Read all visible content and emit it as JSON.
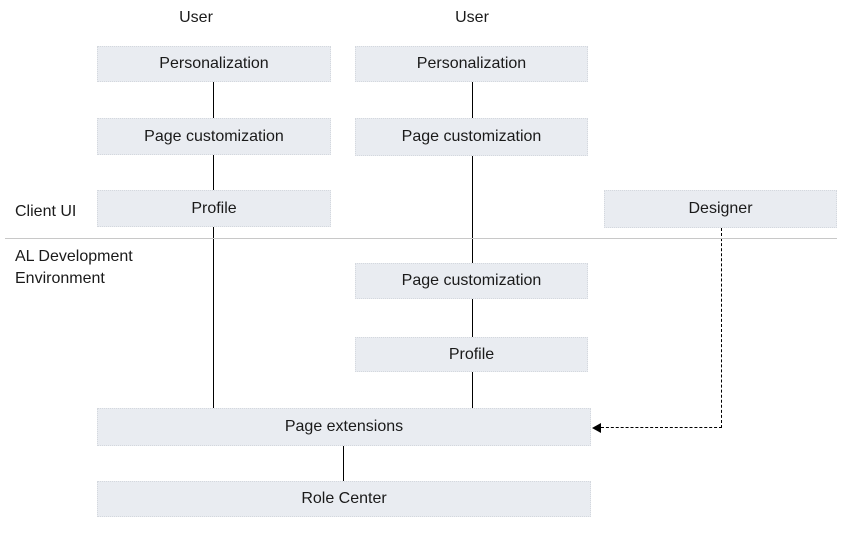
{
  "labels": {
    "user_left": "User",
    "user_right": "User",
    "client_ui": "Client UI",
    "al_dev_env": "AL Development Environment"
  },
  "boxes": {
    "left_personalization": "Personalization",
    "left_page_customization": "Page customization",
    "left_profile": "Profile",
    "mid_personalization": "Personalization",
    "mid_page_customization_client": "Page customization",
    "mid_page_customization_dev": "Page customization",
    "mid_profile": "Profile",
    "designer": "Designer",
    "page_extensions": "Page extensions",
    "role_center": "Role Center"
  },
  "colors": {
    "background": "#ffffff",
    "box_fill": "#e9ecf1",
    "box_border": "#d4d8de",
    "text": "#1a1a1a",
    "connector": "#000000",
    "divider": "#c8c8c8"
  }
}
